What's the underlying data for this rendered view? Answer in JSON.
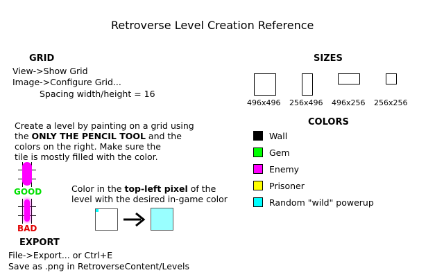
{
  "title": "Retroverse Level Creation Reference",
  "grid": {
    "heading": "GRID",
    "lines": [
      "View->Show Grid",
      "Image->Configure Grid...",
      "Spacing width/height = 16"
    ]
  },
  "sizes": {
    "heading": "SIZES",
    "items": [
      {
        "label": "496x496"
      },
      {
        "label": "256x496"
      },
      {
        "label": "496x256"
      },
      {
        "label": "256x256"
      }
    ]
  },
  "instructions": {
    "line1": "Create a level by painting on a grid using",
    "line2_pre": "the ",
    "line2_bold": "ONLY THE PENCIL TOOL",
    "line2_post": " and the",
    "line3": "colors on the right.  Make sure the",
    "line4": "tile is mostly filled with the color."
  },
  "examples": {
    "good_label": "GOOD",
    "bad_label": "BAD",
    "good_color": "#00e000",
    "bad_color": "#e00000",
    "paint_color": "#ff00ff"
  },
  "colors": {
    "heading": "COLORS",
    "items": [
      {
        "label": "Wall",
        "color": "#000000"
      },
      {
        "label": "Gem",
        "color": "#00ff00"
      },
      {
        "label": "Enemy",
        "color": "#ff00ff"
      },
      {
        "label": "Prisoner",
        "color": "#ffff00"
      },
      {
        "label": "Random \"wild\" powerup",
        "color": "#00ffff"
      }
    ]
  },
  "pixel_note": {
    "pre": "Color in the ",
    "bold": "top-left pixel",
    "post": " of the",
    "line2": "level with the desired in-game color",
    "result_color": "#99ffff",
    "pixel_color": "#00ffff"
  },
  "export": {
    "heading": "EXPORT",
    "lines": [
      "File->Export... or Ctrl+E",
      "Save as .png in RetroverseContent/Levels"
    ]
  }
}
